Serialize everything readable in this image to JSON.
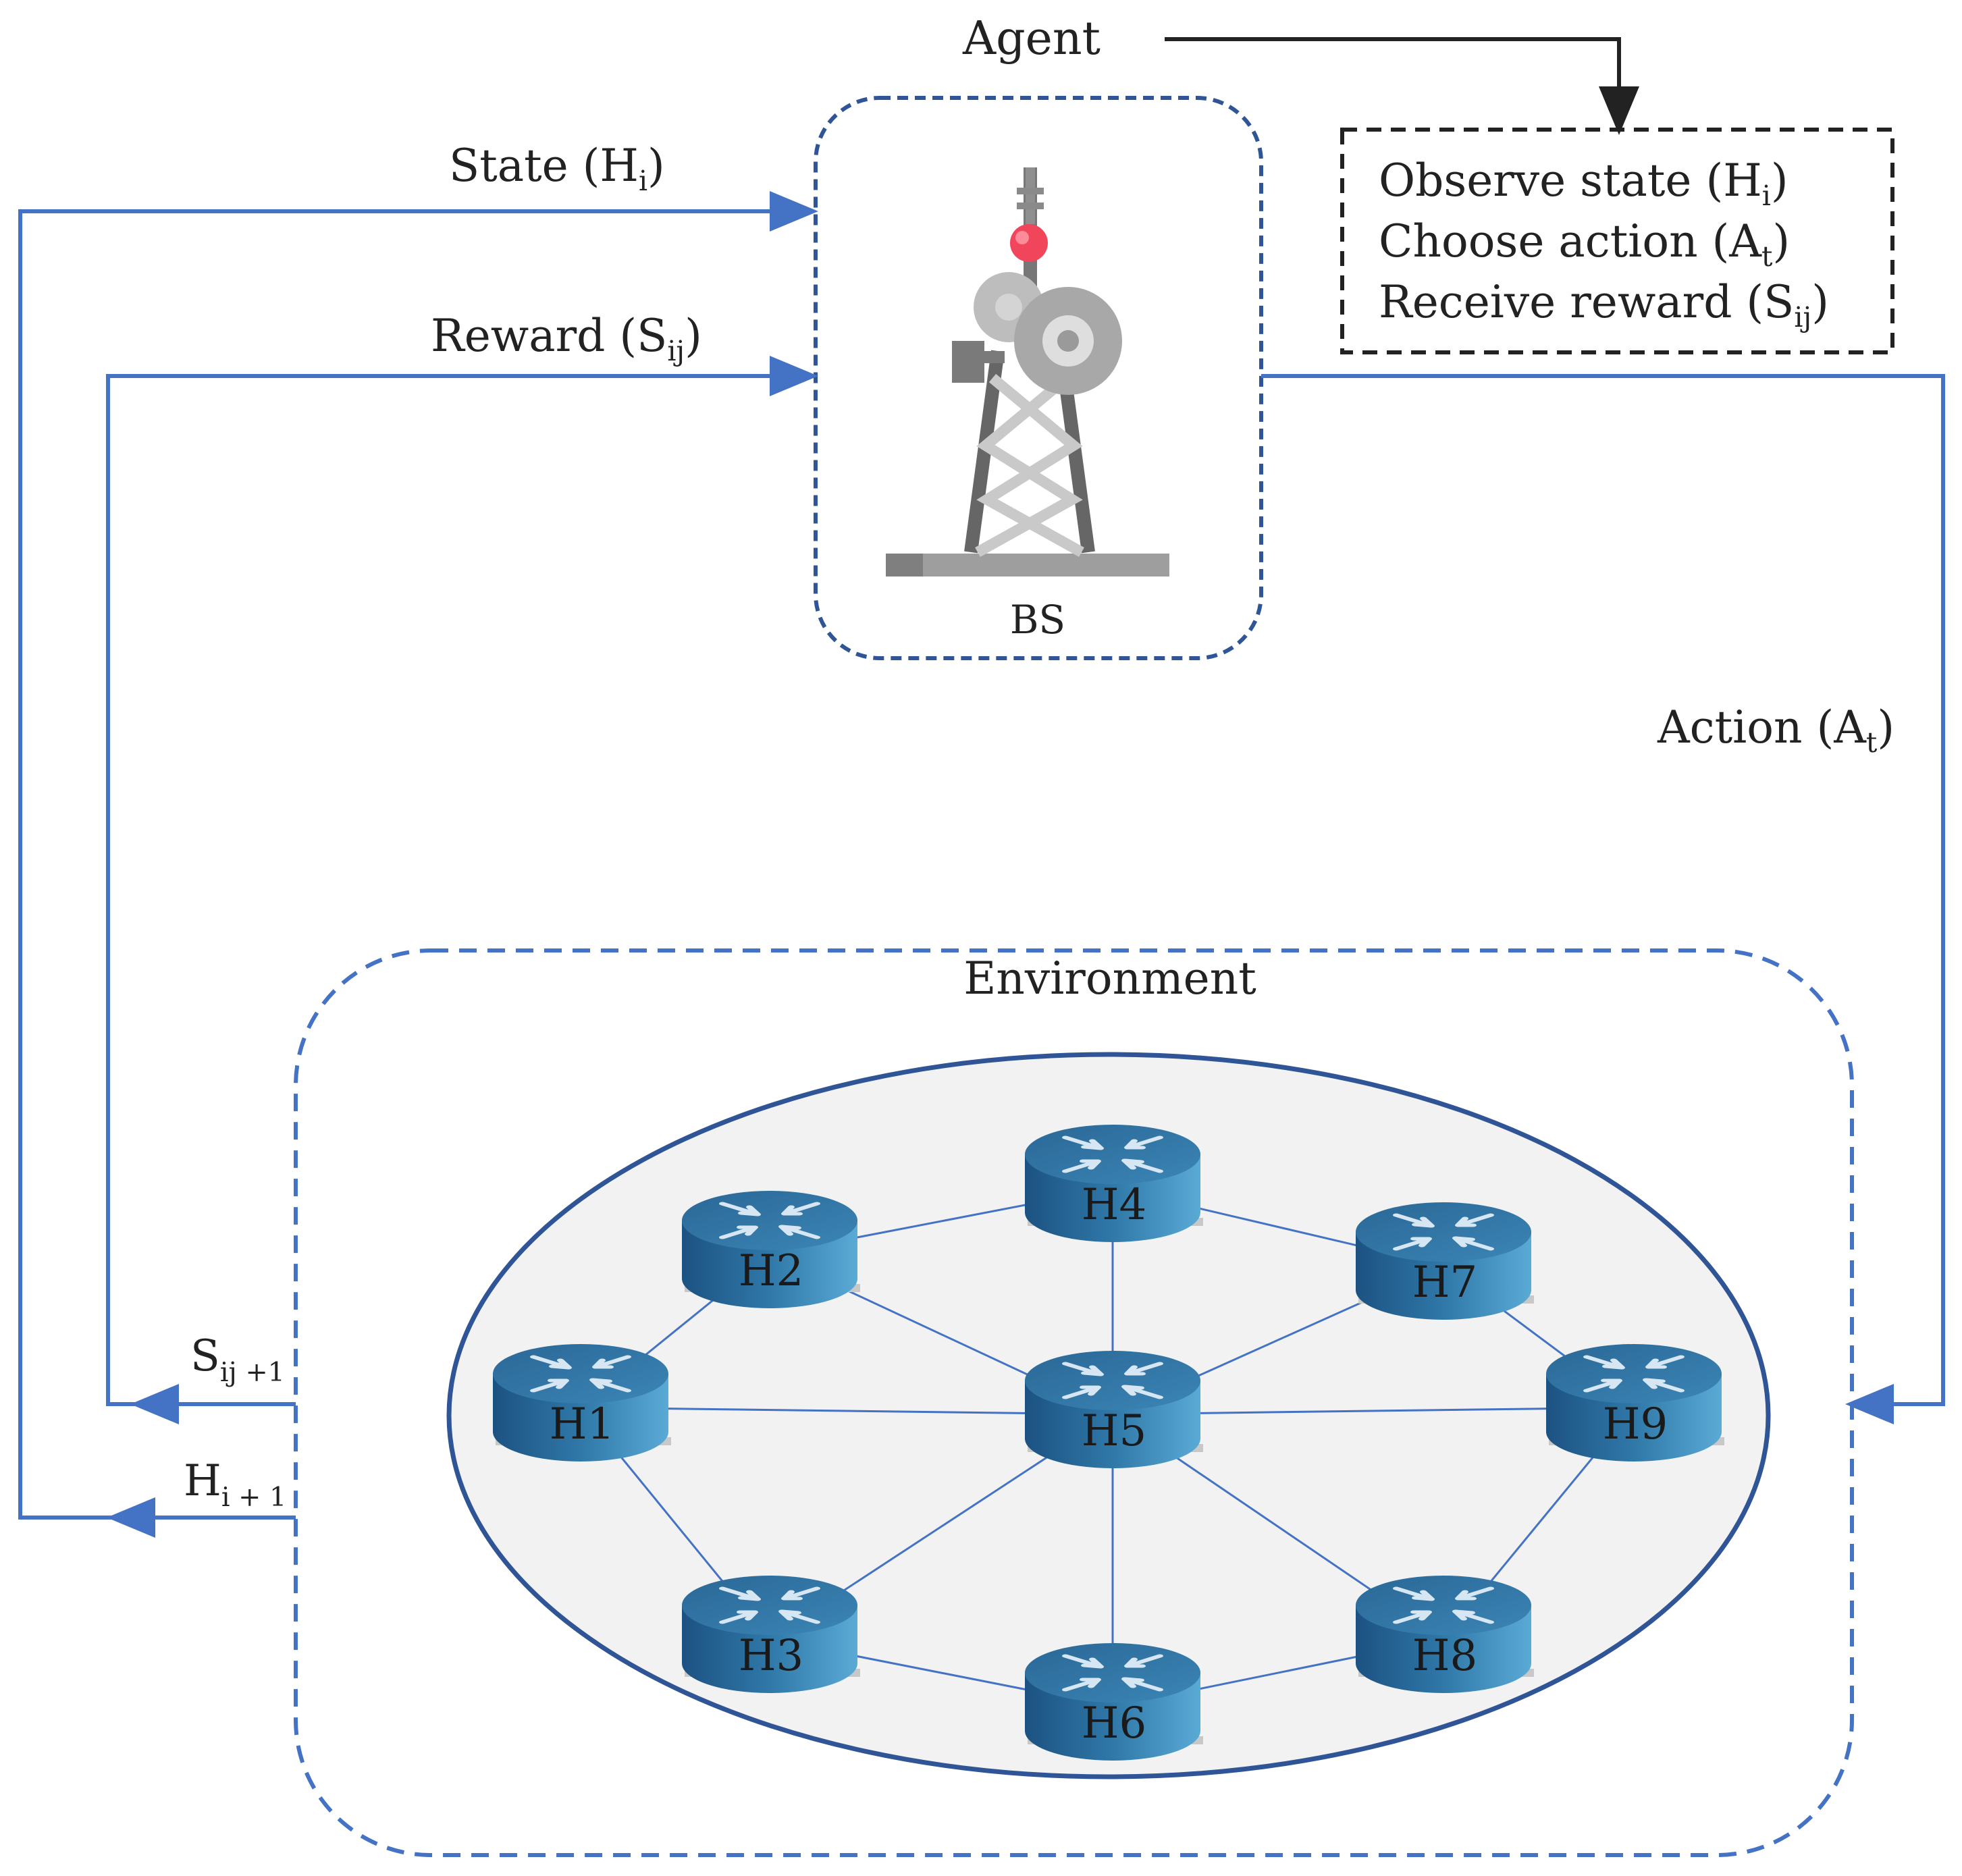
{
  "agent": {
    "label": "Agent"
  },
  "bs": {
    "label": "BS"
  },
  "agent_steps": [
    {
      "text": "Observe state (H",
      "sub": "i",
      "close": ")"
    },
    {
      "text": "Choose action (A",
      "sub": "t",
      "close": ")"
    },
    {
      "text": "Receive reward (S",
      "sub": "ij",
      "close": ")"
    }
  ],
  "flows": {
    "state": {
      "text": "State (H",
      "sub": "i",
      "close": ")"
    },
    "reward": {
      "text": "Reward (S",
      "sub": "ij",
      "close": ")"
    },
    "action": {
      "text": "Action (A",
      "sub": "t",
      "close": ")"
    },
    "next_reward": {
      "text": "S",
      "sub": "ij +1"
    },
    "next_state": {
      "text": "H",
      "sub": "i + 1"
    }
  },
  "environment": {
    "label": "Environment"
  },
  "nodes": [
    "H1",
    "H2",
    "H3",
    "H4",
    "H5",
    "H6",
    "H7",
    "H8",
    "H9"
  ],
  "links": [
    [
      "H1",
      "H2"
    ],
    [
      "H1",
      "H3"
    ],
    [
      "H1",
      "H5"
    ],
    [
      "H2",
      "H4"
    ],
    [
      "H2",
      "H5"
    ],
    [
      "H3",
      "H5"
    ],
    [
      "H3",
      "H6"
    ],
    [
      "H4",
      "H5"
    ],
    [
      "H4",
      "H7"
    ],
    [
      "H5",
      "H6"
    ],
    [
      "H5",
      "H7"
    ],
    [
      "H5",
      "H8"
    ],
    [
      "H5",
      "H9"
    ],
    [
      "H6",
      "H8"
    ],
    [
      "H7",
      "H9"
    ],
    [
      "H8",
      "H9"
    ]
  ],
  "colors": {
    "flow_line": "#4472c4",
    "dashed_box": "#2f5597",
    "agent_box": "#222222",
    "router_top": "#2e6e9e",
    "router_side": "#1f5d8c",
    "ellipse_fill": "#f2f2f2"
  }
}
